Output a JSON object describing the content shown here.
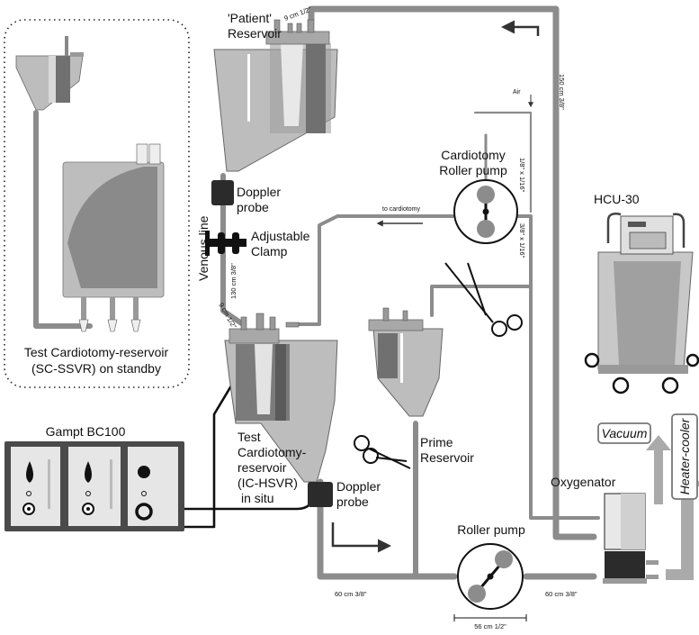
{
  "labels": {
    "patient_reservoir": [
      "'Patient'",
      "Reservoir"
    ],
    "doppler_probe_top": [
      "Doppler",
      "probe"
    ],
    "adjustable_clamp": [
      "Adjustable",
      "Clamp"
    ],
    "venous_line": "Venous line",
    "cardiotomy_roller_pump": [
      "Cardiotomy",
      "Roller pump"
    ],
    "hcu": "HCU-30",
    "standby_reservoir": [
      "Test Cardiotomy-reservoir",
      "(SC-SSVR) on standby"
    ],
    "gampt": "Gampt BC100",
    "test_reservoir_insitu": [
      "Test",
      "Cardiotomy-",
      "reservoir",
      "(IC-HSVR)",
      "in situ"
    ],
    "doppler_probe_bottom": [
      "Doppler",
      "probe"
    ],
    "prime_reservoir": [
      "Prime",
      "Reservoir"
    ],
    "roller_pump": "Roller pump",
    "oxygenator": "Oxygenator",
    "vacuum": "Vacuum",
    "heater_cooler": "Heater-cooler",
    "to_cardiotomy": "to cardiotomy",
    "air": "Air"
  },
  "tube_labels": {
    "t_9cm_top": "9 cm 1/2\"",
    "t_150cm": "150 cm 3/8\"",
    "t_18x116": "1/8\" x 1/16\"",
    "t_38x116": "3/8\" x 1/16\"",
    "t_130cm": "130 cm 3/8\"",
    "t_9cm_mid": "9 cm 1/2\"",
    "t_60cm_left": "60 cm 3/8\"",
    "t_60cm_right": "60 cm 3/8\"",
    "t_56cm": "56 cm 1/2\""
  },
  "colors": {
    "tube": "#8c8c8c",
    "reservoir": "#bdbdbd",
    "reservoir_dark": "#707070",
    "probe": "#2b2b2b",
    "gampt_frame": "#4a4a4a",
    "gampt_panel": "#e6e6e6",
    "hcu_body": "#c8c8c8"
  },
  "icons": [
    "drop-icon",
    "display-icon",
    "connector-icon",
    "clamp-icon",
    "arrow-icon"
  ]
}
